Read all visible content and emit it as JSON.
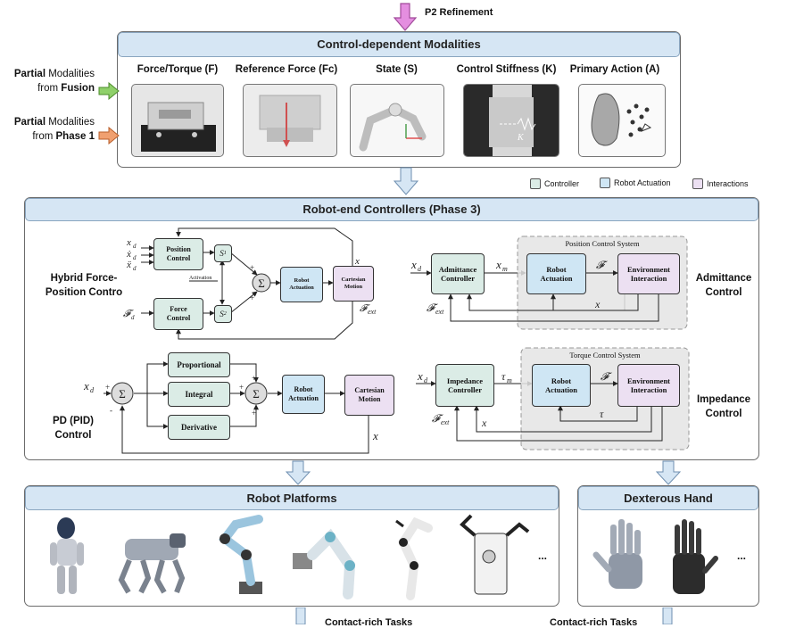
{
  "top_arrow_label": "P2 Refinement",
  "modalities": {
    "title": "Control-dependent Modalities",
    "items": [
      {
        "label": "Force/Torque (F)"
      },
      {
        "label": "Reference Force (Fc)"
      },
      {
        "label": "State (S)"
      },
      {
        "label": "Control Stiffness (K)"
      },
      {
        "label": "Primary Action (A)"
      }
    ],
    "fusion_bold": "Partial",
    "fusion_rest": " Modalities",
    "fusion_from": "from ",
    "fusion_src": "Fusion",
    "phase1_bold": "Partial",
    "phase1_rest": " Modalities",
    "phase1_from": "from ",
    "phase1_src": "Phase 1"
  },
  "legend": {
    "controller": "Controller",
    "actuation": "Robot Actuation",
    "interactions": "Interactions",
    "colors": {
      "controller": "#dbece6",
      "actuation": "#cfe6f4",
      "interactions": "#ece0f2"
    }
  },
  "controllers": {
    "title": "Robot-end Controllers (Phase 3)",
    "hybrid_label": "Hybrid Force-\nPosition Contro",
    "pid_label": "PD (PID)\nControl",
    "admittance_label": "Admittance\nControl",
    "impedance_label": "Impedance\nControl",
    "hybrid": {
      "position_control": "Position\nControl",
      "force_control": "Force\nControl",
      "activation": "Activation",
      "s1": "S",
      "s2": "S",
      "robot_actuation": "Robot\nActuation",
      "cartesian_motion": "Cartesian\nMotion"
    },
    "pid": {
      "proportional": "Proportional",
      "integral": "Integral",
      "derivative": "Derivative",
      "robot_actuation": "Robot\nActuation",
      "cartesian_motion": "Cartesian\nMotion"
    },
    "admittance": {
      "system_title": "Position Control System",
      "controller": "Admittance\nController",
      "robot_actuation": "Robot\nActuation",
      "environment": "Environment\nInteraction"
    },
    "impedance": {
      "system_title": "Torque Control System",
      "controller": "Impedance\nController",
      "robot_actuation": "Robot\nActuation",
      "environment": "Environment\nInteraction"
    }
  },
  "platforms": {
    "title": "Robot Platforms",
    "ellipsis": "..."
  },
  "hand": {
    "title": "Dexterous Hand",
    "ellipsis": "..."
  },
  "bottom": {
    "left": "Contact-rich Tasks",
    "right": "Contact-rich Tasks"
  }
}
